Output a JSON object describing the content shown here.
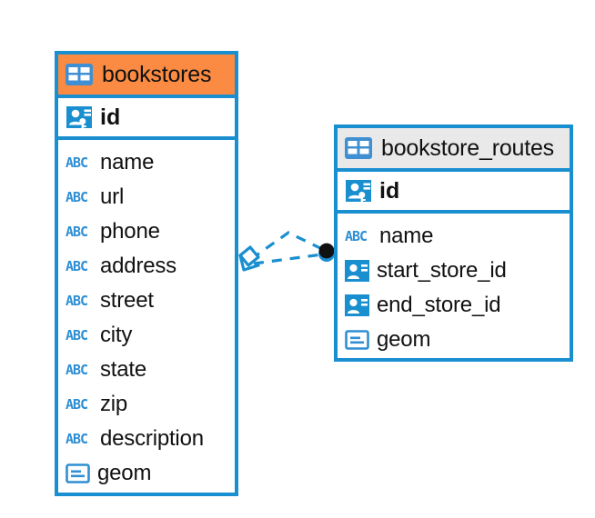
{
  "diagram": {
    "type": "entity-relationship-diagram",
    "background_color": "#ffffff",
    "accent_color": "#1a8fd0",
    "header_highlight_color": "#fb8b42",
    "header_default_color": "#e9e9e9",
    "entities": [
      {
        "id": "bookstores",
        "name": "bookstores",
        "header_style": "highlighted",
        "table_icon": "table-icon",
        "primary_key": {
          "label": "id",
          "icon": "primary-key-icon"
        },
        "fields": [
          {
            "label": "name",
            "icon": "text-type-icon"
          },
          {
            "label": "url",
            "icon": "text-type-icon"
          },
          {
            "label": "phone",
            "icon": "text-type-icon"
          },
          {
            "label": "address",
            "icon": "text-type-icon"
          },
          {
            "label": "street",
            "icon": "text-type-icon"
          },
          {
            "label": "city",
            "icon": "text-type-icon"
          },
          {
            "label": "state",
            "icon": "text-type-icon"
          },
          {
            "label": "zip",
            "icon": "text-type-icon"
          },
          {
            "label": "description",
            "icon": "text-type-icon"
          },
          {
            "label": "geom",
            "icon": "geometry-type-icon"
          }
        ]
      },
      {
        "id": "bookstore_routes",
        "name": "bookstore_routes",
        "header_style": "default",
        "table_icon": "table-icon",
        "primary_key": {
          "label": "id",
          "icon": "primary-key-icon"
        },
        "fields": [
          {
            "label": "name",
            "icon": "text-type-icon"
          },
          {
            "label": "start_store_id",
            "icon": "foreign-key-icon"
          },
          {
            "label": "end_store_id",
            "icon": "foreign-key-icon"
          },
          {
            "label": "geom",
            "icon": "geometry-type-icon"
          }
        ]
      }
    ],
    "relationships": [
      {
        "from_entity": "bookstore_routes",
        "to_entity": "bookstores",
        "line_style": "dashed",
        "line_color": "#1a8fd0",
        "source_marker": "filled-circle-endpoint",
        "target_marker": "crows-foot-diamond-endpoint",
        "multiplicity": "many-to-one"
      },
      {
        "from_entity": "bookstore_routes",
        "to_entity": "bookstores",
        "line_style": "dashed",
        "line_color": "#1a8fd0",
        "source_marker": "filled-circle-endpoint",
        "target_marker": "crows-foot-diamond-endpoint",
        "multiplicity": "many-to-one"
      }
    ]
  }
}
